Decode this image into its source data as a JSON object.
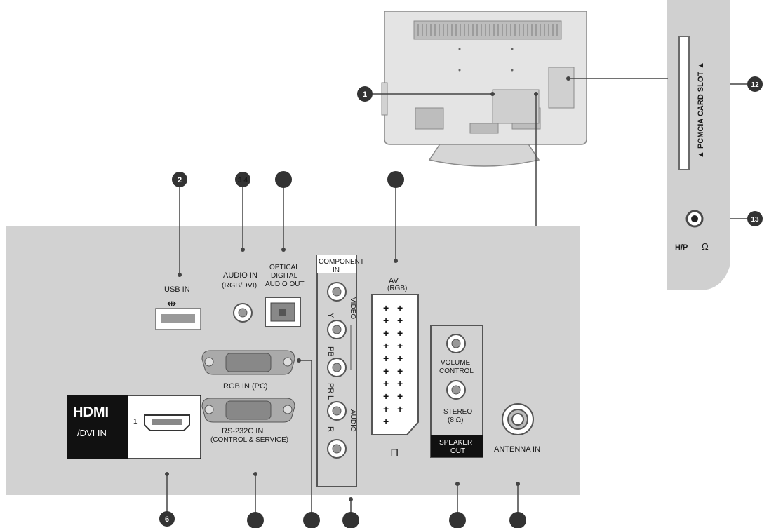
{
  "callouts": {
    "c1": "1",
    "c2": "2",
    "c34": "3 4",
    "c6": "6",
    "c12": "12",
    "c13": "13"
  },
  "ports": {
    "usb": "USB IN",
    "audio_in_1": "AUDIO IN",
    "audio_in_2": "(RGB/DVI)",
    "optical_1": "OPTICAL",
    "optical_2": "DIGITAL",
    "optical_3": "AUDIO OUT",
    "component_1": "COMPONENT",
    "component_2": "IN",
    "comp_y": "Y",
    "comp_pb": "PB",
    "comp_pr": "PR",
    "comp_l": "L",
    "comp_r": "R",
    "comp_video": "VIDEO",
    "comp_audio": "AUDIO",
    "av": "AV",
    "av_sub": "(RGB)",
    "rgb_in": "RGB IN (PC)",
    "rs232_1": "RS-232C IN",
    "rs232_2": "(CONTROL & SERVICE)",
    "hdmi_logo": "HDMI",
    "hdmi_dvi": "/DVI IN",
    "hdmi_num": "1",
    "volume_1": "VOLUME",
    "volume_2": "CONTROL",
    "stereo_1": "STEREO",
    "stereo_2": "(8 Ω)",
    "speaker_1": "SPEAKER",
    "speaker_2": "OUT",
    "antenna": "ANTENNA IN",
    "pcmcia": "▲ PCMCIA CARD SLOT ▲",
    "hp": "H/P"
  }
}
